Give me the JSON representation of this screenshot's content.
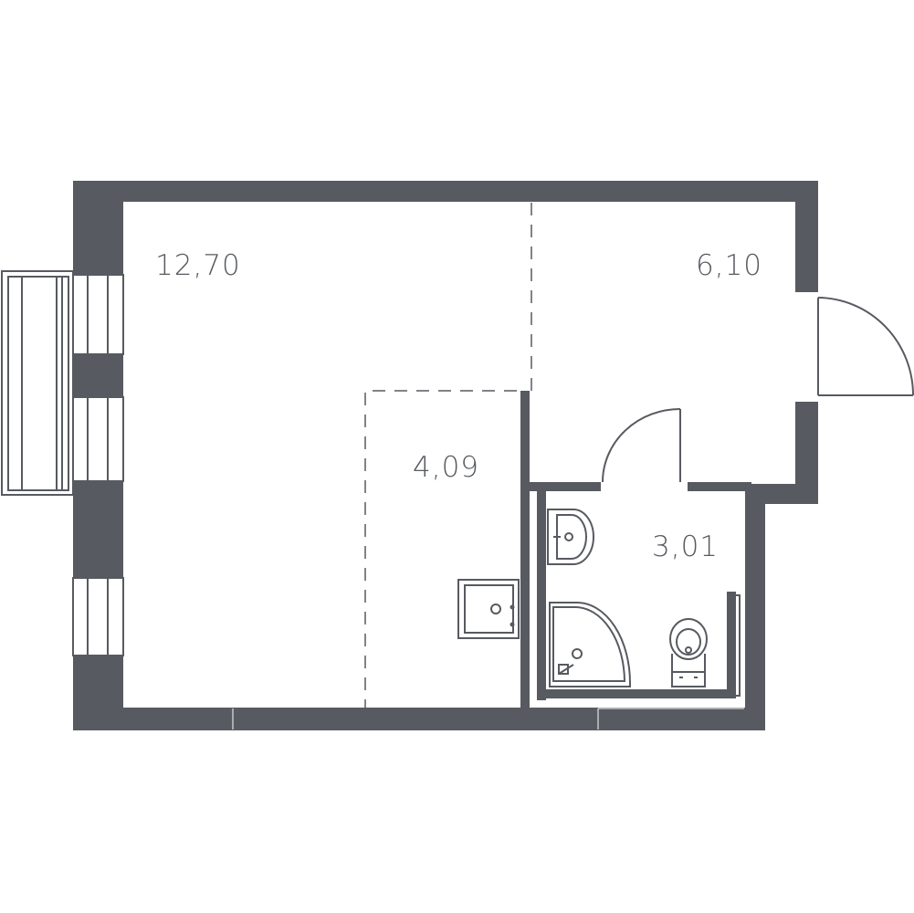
{
  "colors": {
    "wall": "#575a60",
    "line": "#575a60",
    "background": "#ffffff"
  },
  "rooms": [
    {
      "id": "living-room",
      "label": "12,70"
    },
    {
      "id": "hallway",
      "label": "6,10"
    },
    {
      "id": "kitchen",
      "label": "4,09"
    },
    {
      "id": "bathroom",
      "label": "3,01"
    }
  ],
  "fixtures": [
    "sink-icon",
    "shower-icon",
    "toilet-icon",
    "stove-icon"
  ]
}
